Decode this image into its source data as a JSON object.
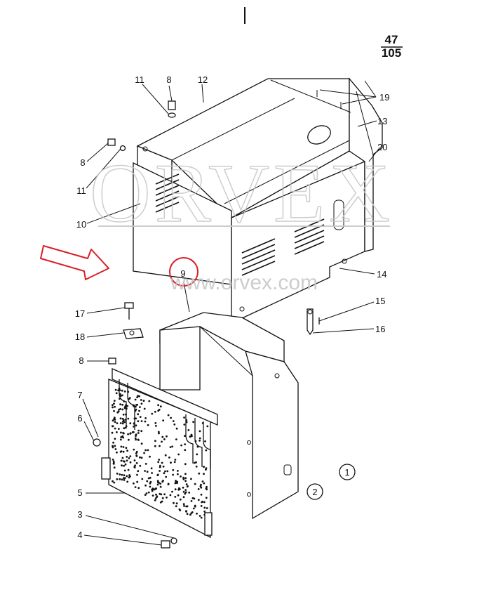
{
  "page": {
    "numerator": "47",
    "denominator": "105"
  },
  "watermark": {
    "brand": "ORVEX",
    "url": "www.orvex.com"
  },
  "callouts": {
    "c1": "1",
    "c2": "2",
    "c3": "3",
    "c4": "4",
    "c5": "5",
    "c6": "6",
    "c7": "7",
    "c8a": "8",
    "c8b": "8",
    "c8c": "8",
    "c9": "9",
    "c10": "10",
    "c11a": "11",
    "c11b": "11",
    "c12": "12",
    "c13": "13",
    "c14": "14",
    "c15": "15",
    "c16": "16",
    "c17": "17",
    "c18": "18",
    "c19": "19",
    "c20": "20"
  },
  "circled_labels": {
    "one": "1",
    "two": "2"
  },
  "colors": {
    "highlight": "#d91f26",
    "line": "#111111",
    "watermark": "#c8c8c8"
  }
}
